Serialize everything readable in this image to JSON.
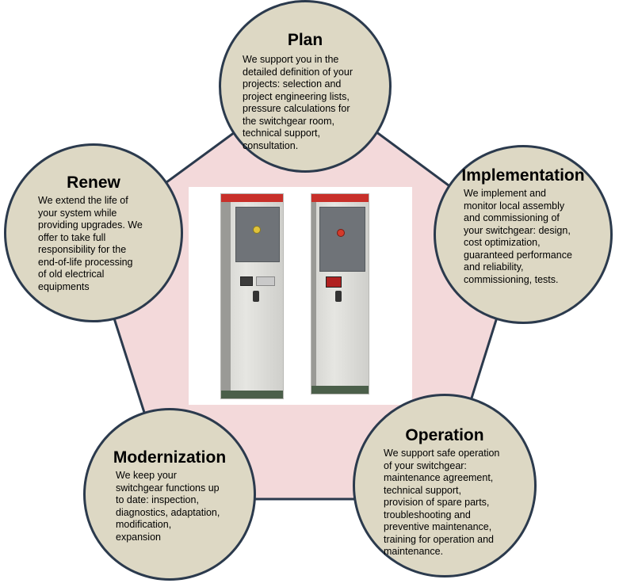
{
  "stages": [
    {
      "title": "Plan",
      "lines": [
        "We support you in the",
        "detailed definition  of your",
        "projects: selection and",
        "project engineering  lists,",
        "pressure calculations for",
        "the switchgear room,",
        "technical support,",
        "consultation."
      ]
    },
    {
      "title": "Implementation",
      "lines": [
        "We implement  and",
        "monitor local assembly",
        "and commissioning  of",
        "your switchgear: design,",
        "cost optimization,",
        "guaranteed performance",
        "and reliability,",
        "commissioning, tests."
      ]
    },
    {
      "title": "Operation",
      "lines": [
        "We support safe operation",
        "of your switchgear:",
        "maintenance agreement,",
        "technical support,",
        "provision  of spare parts,",
        "troubleshooting  and",
        "preventive maintenance,",
        "training for operation and",
        "maintenance."
      ]
    },
    {
      "title": "Modernization",
      "lines": [
        "We keep your",
        "switchgear functions up",
        "to date: inspection,",
        "diagnostics, adaptation,",
        "modification,",
        "expansion"
      ]
    },
    {
      "title": "Renew",
      "lines": [
        "We extend the life of",
        "your system while",
        "providing  upgrades. We",
        "offer to take full",
        "responsibility for the",
        "end-of-life  processing",
        "of old electrical",
        "equipments"
      ]
    }
  ],
  "colors": {
    "pentagon_fill": "#f3d9da",
    "pentagon_stroke": "#2b3a4d",
    "circle_fill": "#ddd8c4",
    "circle_stroke": "#2b3a4d"
  }
}
